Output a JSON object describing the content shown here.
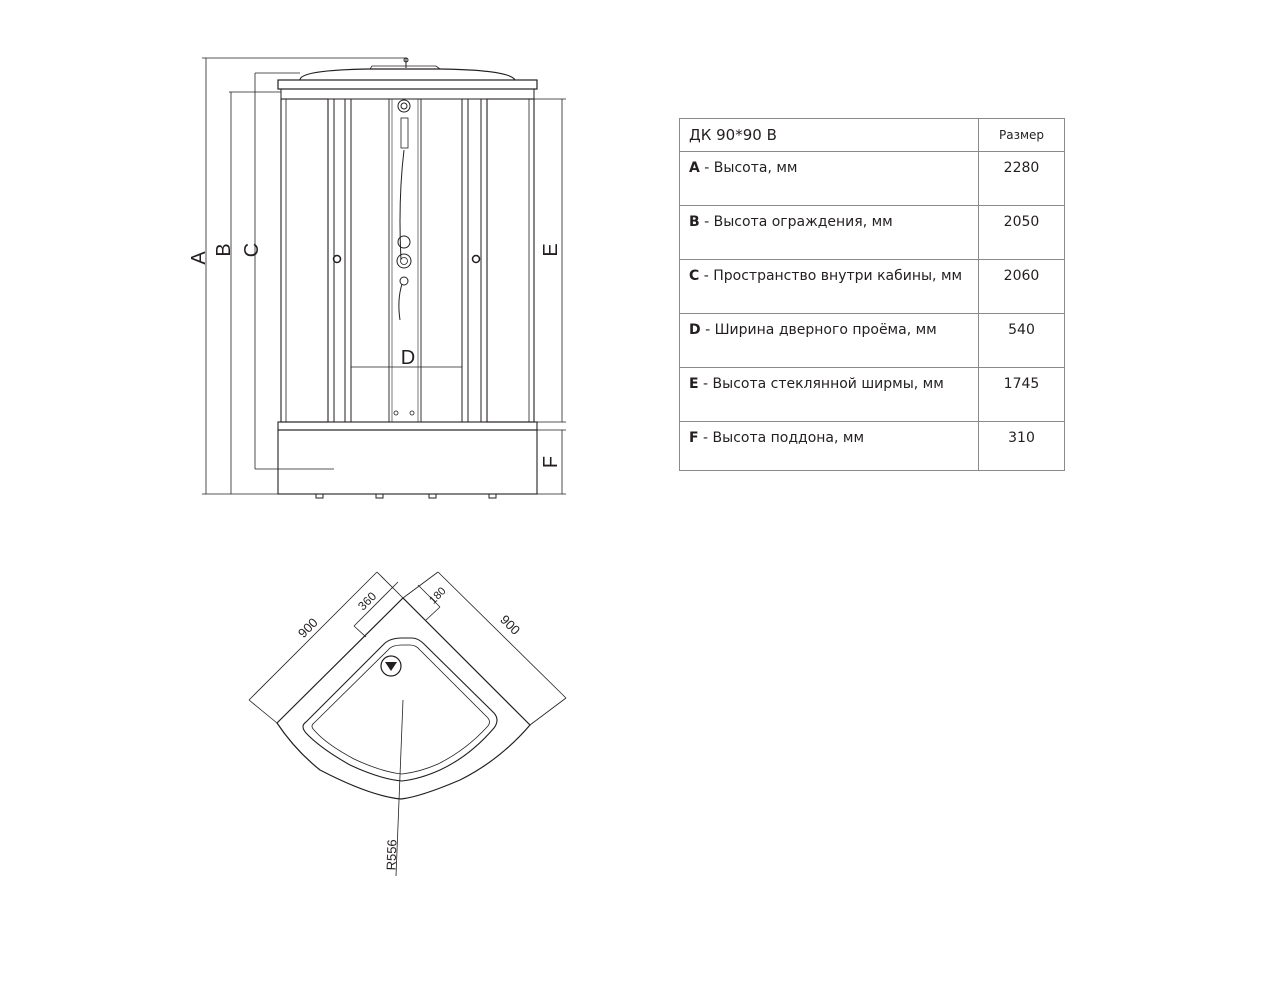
{
  "front_view": {
    "labels": {
      "a": "A",
      "b": "B",
      "c": "C",
      "d": "D",
      "e": "E",
      "f": "F"
    }
  },
  "top_view": {
    "labels": {
      "width_left": "900",
      "width_right": "900",
      "offset_360": "360",
      "offset_180": "180",
      "radius": "R556"
    }
  },
  "spec_table": {
    "title": "ДК 90*90 В",
    "value_header": "Размер",
    "rows": [
      {
        "letter": "A",
        "name": " - Высота, мм",
        "value": "2280"
      },
      {
        "letter": "B",
        "name": " - Высота ограждения, мм",
        "value": "2050"
      },
      {
        "letter": "C",
        "name": " - Пространство внутри кабины, мм",
        "value": "2060"
      },
      {
        "letter": "D",
        "name": " - Ширина дверного проёма, мм",
        "value": "540"
      },
      {
        "letter": "E",
        "name": " - Высота стеклянной ширмы, мм",
        "value": "1745"
      },
      {
        "letter": "F",
        "name": " - Высота поддона, мм",
        "value": "310"
      }
    ]
  }
}
